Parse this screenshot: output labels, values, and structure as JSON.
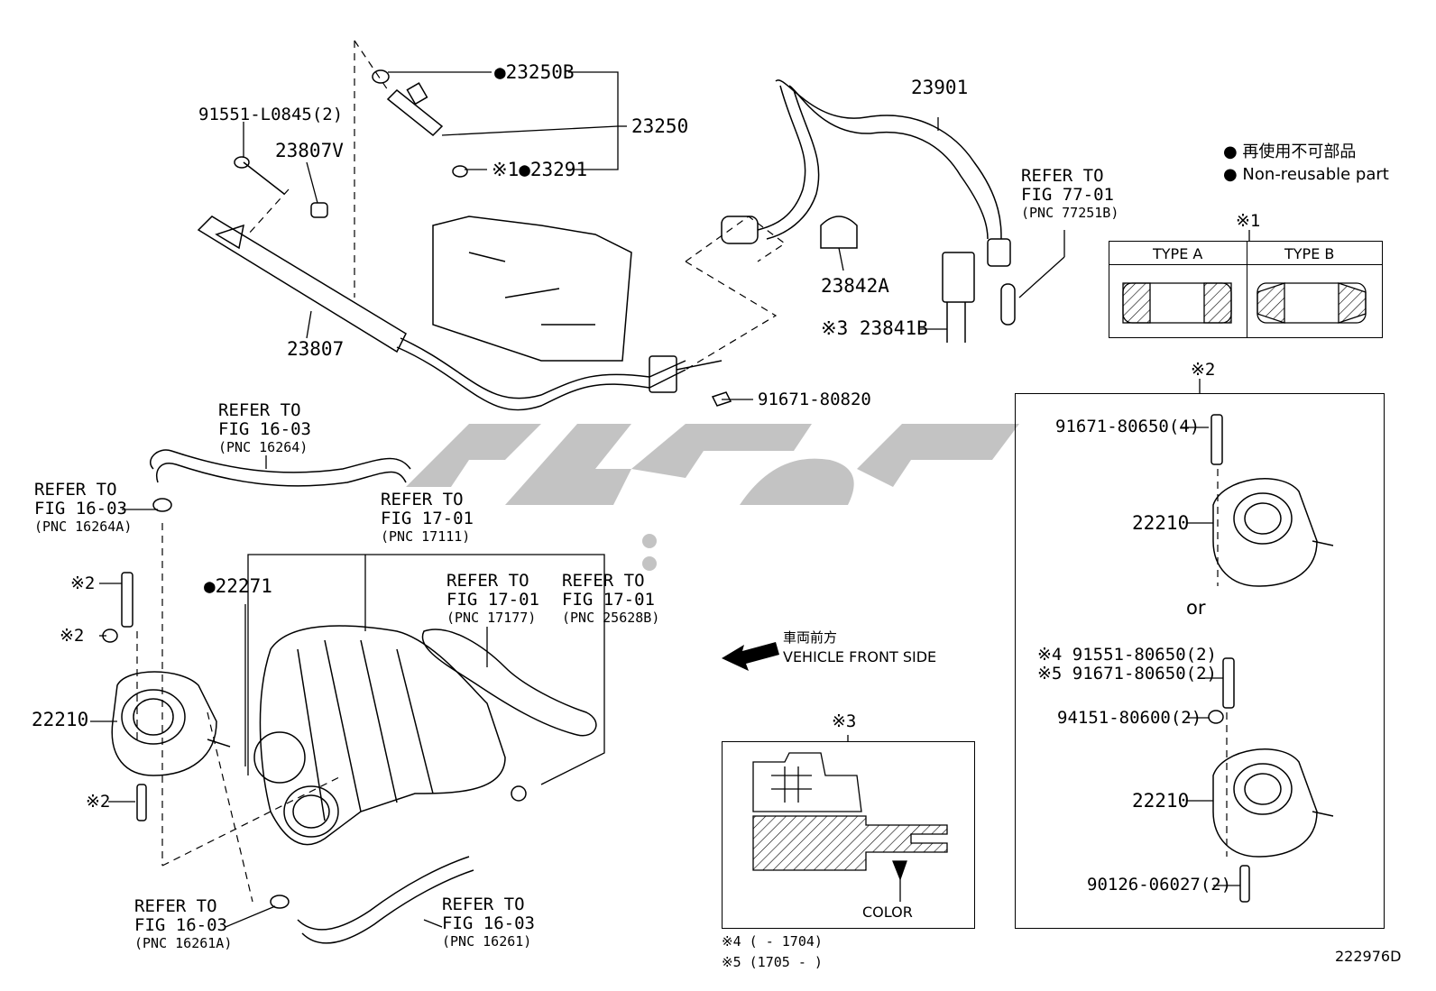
{
  "parts": {
    "p23250B": "●23250B",
    "p23250": "23250",
    "p23291": "※1●23291",
    "p91551": "91551-L0845(2)",
    "p23807V": "23807V",
    "p23807": "23807",
    "p23901": "23901",
    "p23842A": "23842A",
    "p23841B": "※3 23841B",
    "p91671_80820": "91671-80820",
    "p22271": "●22271",
    "p22210_left": "22210",
    "mark2_a": "※2",
    "mark2_b": "※2",
    "mark2_c": "※2"
  },
  "refers": {
    "r77": [
      "REFER TO",
      "FIG 77-01",
      "(PNC 77251B)"
    ],
    "r16264": [
      "REFER TO",
      "FIG 16-03",
      "(PNC 16264)"
    ],
    "r16264A": [
      "REFER TO",
      "FIG 16-03",
      "(PNC 16264A)"
    ],
    "r17111": [
      "REFER TO",
      "FIG 17-01",
      "(PNC 17111)"
    ],
    "r17177": [
      "REFER TO",
      "FIG 17-01",
      "(PNC 17177)"
    ],
    "r25628B": [
      "REFER TO",
      "FIG 17-01",
      "(PNC 25628B)"
    ],
    "r16261A": [
      "REFER TO",
      "FIG 16-03",
      "(PNC 16261A)"
    ],
    "r16261": [
      "REFER TO",
      "FIG 16-03",
      "(PNC 16261)"
    ]
  },
  "legend": {
    "jp": "● 再使用不可部品",
    "en": "● Non-reusable part"
  },
  "type_box": {
    "mark": "※1",
    "type_a": "TYPE A",
    "type_b": "TYPE B"
  },
  "right_box": {
    "mark": "※2",
    "bolt_top": "91671-80650(4)",
    "part_top": "22210",
    "or": "or",
    "bolt4": "※4 91551-80650(2)",
    "bolt5": "※5 91671-80650(2)",
    "nut": "94151-80600(2)",
    "part_bottom": "22210",
    "stud": "90126-06027(2)"
  },
  "vehicle_front": {
    "jp": "車両前方",
    "en": "VEHICLE FRONT SIDE"
  },
  "connector_box": {
    "mark": "※3",
    "color": "COLOR"
  },
  "footnotes": {
    "n4": "※4 (       - 1704)",
    "n5": "※5 (1705 -       )"
  },
  "figure_code": "222976D",
  "colors": {
    "line": "#000000",
    "watermark": "#bdbdbd"
  }
}
